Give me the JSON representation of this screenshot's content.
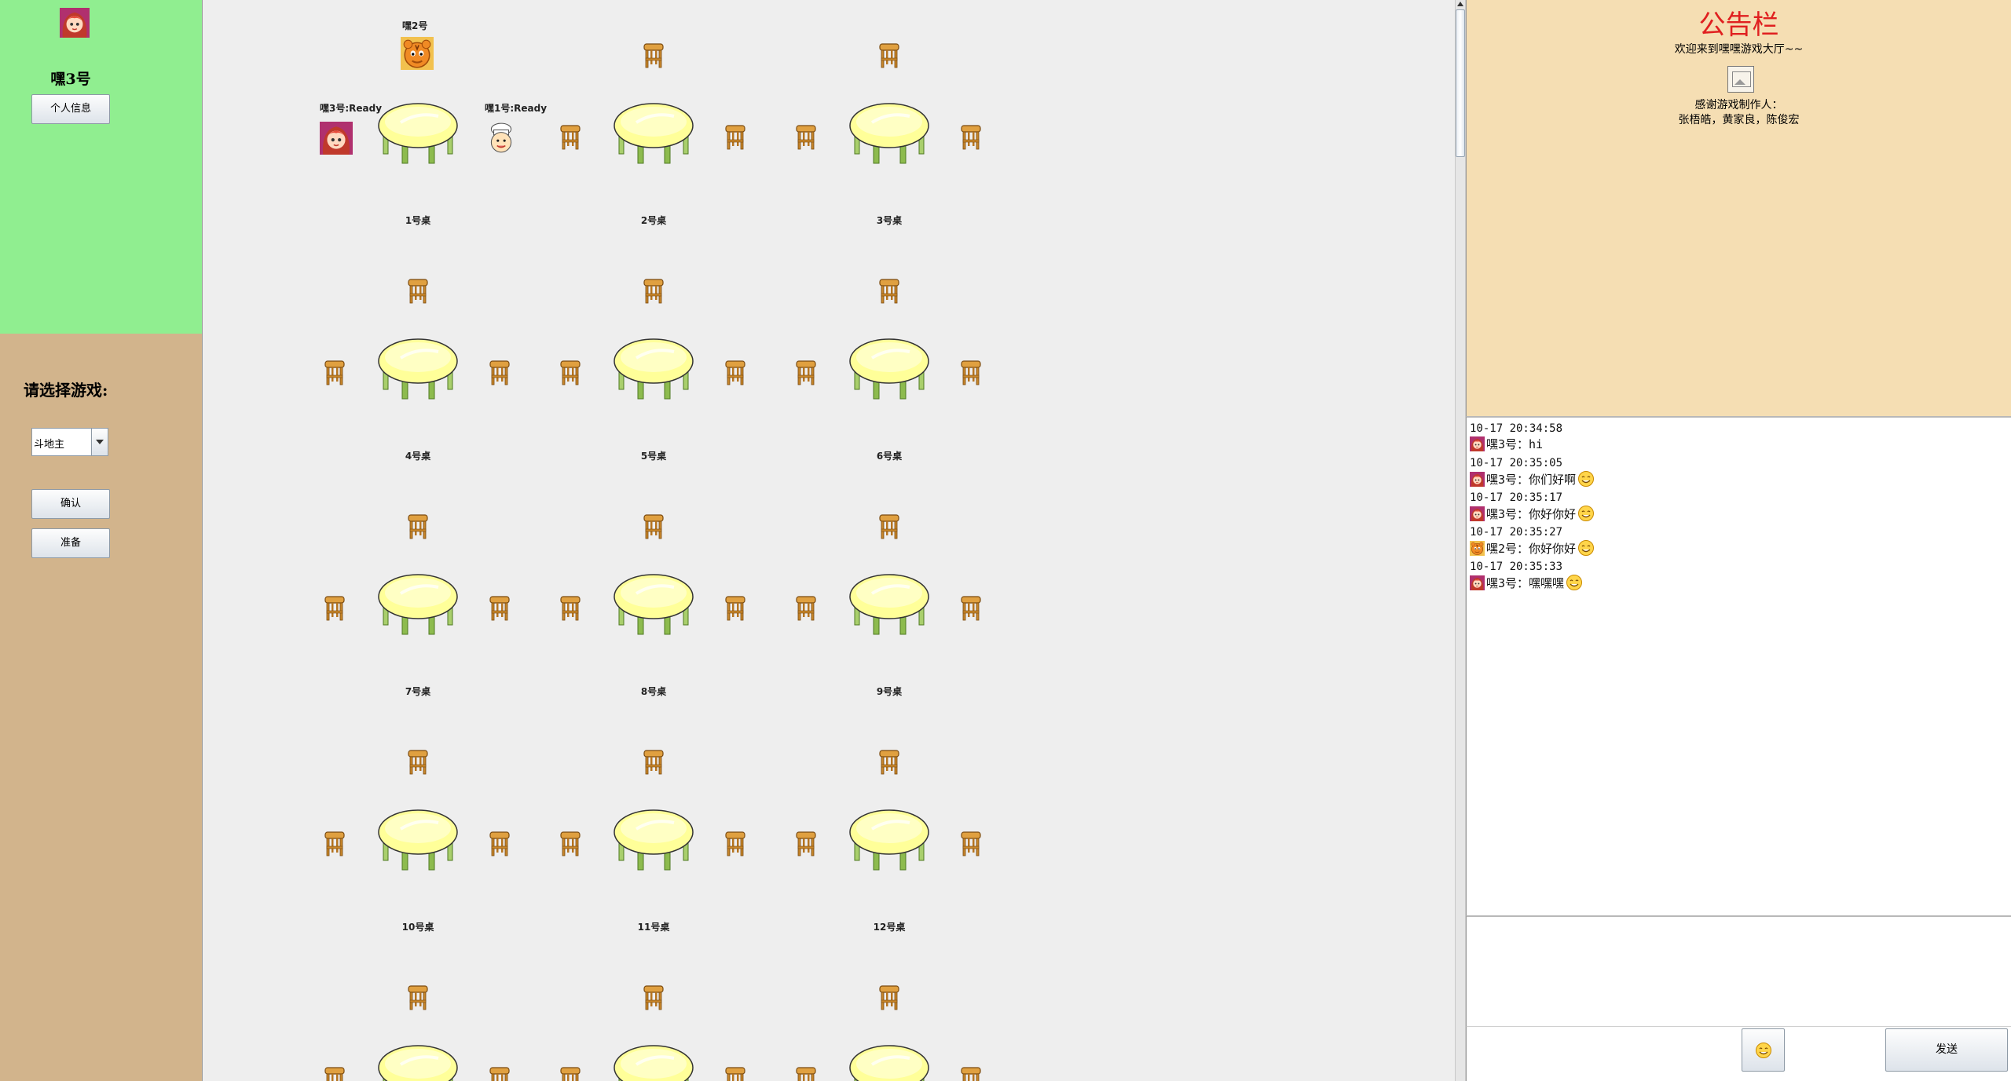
{
  "user": {
    "name": "嘿3号",
    "info_button": "个人信息"
  },
  "game_select": {
    "prompt": "请选择游戏:",
    "selected": "斗地主",
    "confirm_button": "确认",
    "ready_button": "准备"
  },
  "lobby": {
    "tables": [
      {
        "label": "1号桌"
      },
      {
        "label": "2号桌"
      },
      {
        "label": "3号桌"
      },
      {
        "label": "4号桌"
      },
      {
        "label": "5号桌"
      },
      {
        "label": "6号桌"
      },
      {
        "label": "7号桌"
      },
      {
        "label": "8号桌"
      },
      {
        "label": "9号桌"
      },
      {
        "label": "10号桌"
      },
      {
        "label": "11号桌"
      },
      {
        "label": "12号桌"
      },
      {
        "label": ""
      },
      {
        "label": ""
      },
      {
        "label": ""
      }
    ],
    "seat_top_1": "嘿2号",
    "seat_left_1": "嘿3号:Ready",
    "seat_right_1": "嘿1号:Ready"
  },
  "notice": {
    "title": "公告栏",
    "welcome": "欢迎来到嘿嘿游戏大厅~~",
    "thanks": "感谢游戏制作人：",
    "authors": "张梧皓，黄家良，陈俊宏"
  },
  "chat": {
    "messages": [
      {
        "time": "10-17 20:34:58",
        "text": "嘿3号：hi",
        "avatar": "girl-avatar",
        "emoji": false
      },
      {
        "time": "10-17 20:35:05",
        "text": "嘿3号：你们好啊",
        "avatar": "girl-avatar",
        "emoji": true
      },
      {
        "time": "10-17 20:35:17",
        "text": "嘿3号：你好你好",
        "avatar": "girl-avatar",
        "emoji": true
      },
      {
        "time": "10-17 20:35:27",
        "text": "嘿2号：你好你好",
        "avatar": "tiger-avatar",
        "emoji": true
      },
      {
        "time": "10-17 20:35:33",
        "text": "嘿3号：嘿嘿嘿",
        "avatar": "girl-avatar",
        "emoji": true
      }
    ],
    "send_button": "发送",
    "emoji_button_icon": "smiley-icon"
  },
  "colors": {
    "user_panel": "#90ee90",
    "game_panel": "#d2b48c",
    "notice_panel": "#f5deb3",
    "notice_title": "#e02020",
    "table_top": "#ffff99",
    "stool": "#c8862a"
  }
}
